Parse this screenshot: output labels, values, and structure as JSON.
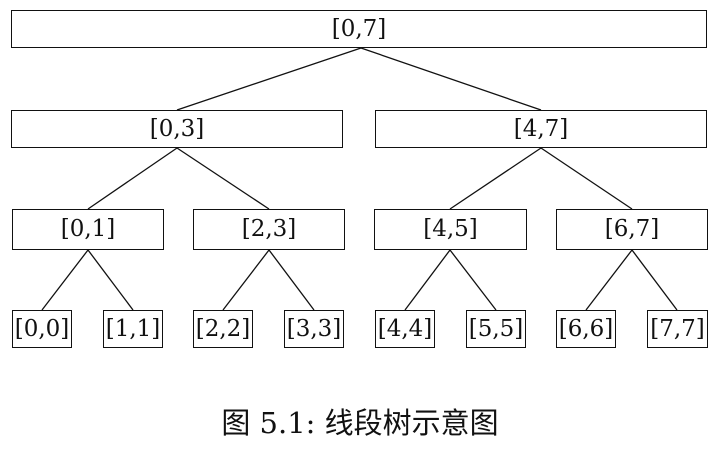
{
  "figure": {
    "caption": "图 5.1: 线段树示意图",
    "line_color": "#111111",
    "background_color": "#ffffff"
  },
  "tree": {
    "type": "segment-tree",
    "nodes": [
      {
        "id": "0-7",
        "level": 1,
        "label": "[0,7]"
      },
      {
        "id": "0-3",
        "level": 2,
        "label": "[0,3]"
      },
      {
        "id": "4-7",
        "level": 2,
        "label": "[4,7]"
      },
      {
        "id": "0-1",
        "level": 3,
        "label": "[0,1]"
      },
      {
        "id": "2-3",
        "level": 3,
        "label": "[2,3]"
      },
      {
        "id": "4-5",
        "level": 3,
        "label": "[4,5]"
      },
      {
        "id": "6-7",
        "level": 3,
        "label": "[6,7]"
      },
      {
        "id": "0-0",
        "level": 4,
        "label": "[0,0]"
      },
      {
        "id": "1-1",
        "level": 4,
        "label": "[1,1]"
      },
      {
        "id": "2-2",
        "level": 4,
        "label": "[2,2]"
      },
      {
        "id": "3-3",
        "level": 4,
        "label": "[3,3]"
      },
      {
        "id": "4-4",
        "level": 4,
        "label": "[4,4]"
      },
      {
        "id": "5-5",
        "level": 4,
        "label": "[5,5]"
      },
      {
        "id": "6-6",
        "level": 4,
        "label": "[6,6]"
      },
      {
        "id": "7-7",
        "level": 4,
        "label": "[7,7]"
      }
    ],
    "edges": [
      [
        "0-7",
        "0-3"
      ],
      [
        "0-7",
        "4-7"
      ],
      [
        "0-3",
        "0-1"
      ],
      [
        "0-3",
        "2-3"
      ],
      [
        "4-7",
        "4-5"
      ],
      [
        "4-7",
        "6-7"
      ],
      [
        "0-1",
        "0-0"
      ],
      [
        "0-1",
        "1-1"
      ],
      [
        "2-3",
        "2-2"
      ],
      [
        "2-3",
        "3-3"
      ],
      [
        "4-5",
        "4-4"
      ],
      [
        "4-5",
        "5-5"
      ],
      [
        "6-7",
        "6-6"
      ],
      [
        "6-7",
        "7-7"
      ]
    ]
  }
}
